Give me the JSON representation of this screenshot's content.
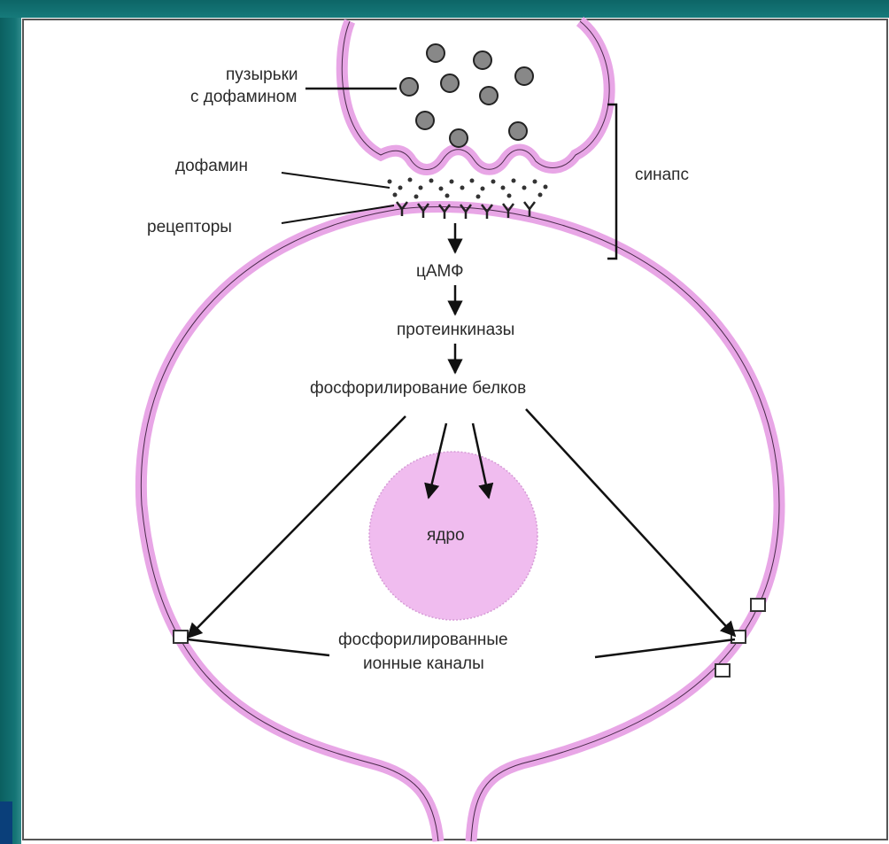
{
  "labels": {
    "vesicles_line1": "пузырьки",
    "vesicles_line2": "с дофамином",
    "dopamine": "дофамин",
    "receptors": "рецепторы",
    "synapse": "синапс",
    "camp": "цАМФ",
    "protein_kinases": "протеинкиназы",
    "phosphorylation": "фосфорилирование белков",
    "nucleus": "ядро",
    "channels_line1": "фосфорилированные",
    "channels_line2": "ионные каналы"
  },
  "colors": {
    "membrane": "#e8a6e6",
    "membrane_edge": "#4a2a4a",
    "nucleus": "#f0bcef",
    "frame": "#147475"
  }
}
